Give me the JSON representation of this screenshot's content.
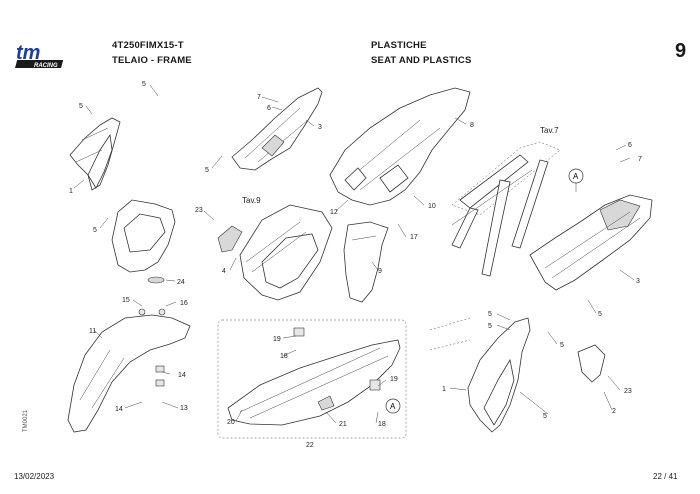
{
  "brand": {
    "logo_text": "tm",
    "logo_subtext": "RACING",
    "colors": {
      "blue": "#1d3d9c",
      "dark": "#1a1a1a"
    }
  },
  "header": {
    "model": "4T250FIMX15-T",
    "group_it": "TELAIO - FRAME",
    "section_it": "PLASTICHE",
    "section_en": "SEAT AND PLASTICS",
    "page_number": "9"
  },
  "footer": {
    "date": "13/02/2023",
    "page": "22 / 41",
    "drawing_code": "TM0021"
  },
  "refs": {
    "tav9": "Tav.9",
    "tav7": "Tav.7"
  },
  "callouts": [
    {
      "label": "5"
    },
    {
      "label": "5"
    },
    {
      "label": "1"
    },
    {
      "label": "5"
    },
    {
      "label": "7"
    },
    {
      "label": "6"
    },
    {
      "label": "3"
    },
    {
      "label": "5"
    },
    {
      "label": "8"
    },
    {
      "label": "23"
    },
    {
      "label": "4"
    },
    {
      "label": "12"
    },
    {
      "label": "10"
    },
    {
      "label": "17"
    },
    {
      "label": "9"
    },
    {
      "label": "24"
    },
    {
      "label": "6"
    },
    {
      "label": "7"
    },
    {
      "label": "3"
    },
    {
      "label": "5"
    },
    {
      "label": "15"
    },
    {
      "label": "16"
    },
    {
      "label": "11"
    },
    {
      "label": "14"
    },
    {
      "label": "14"
    },
    {
      "label": "13"
    },
    {
      "label": "19"
    },
    {
      "label": "18"
    },
    {
      "label": "19"
    },
    {
      "label": "20"
    },
    {
      "label": "21"
    },
    {
      "label": "18"
    },
    {
      "label": "22"
    },
    {
      "label": "5"
    },
    {
      "label": "5"
    },
    {
      "label": "5"
    },
    {
      "label": "1"
    },
    {
      "label": "5"
    },
    {
      "label": "23"
    },
    {
      "label": "2"
    }
  ],
  "markers": {
    "marker_a": "A"
  }
}
